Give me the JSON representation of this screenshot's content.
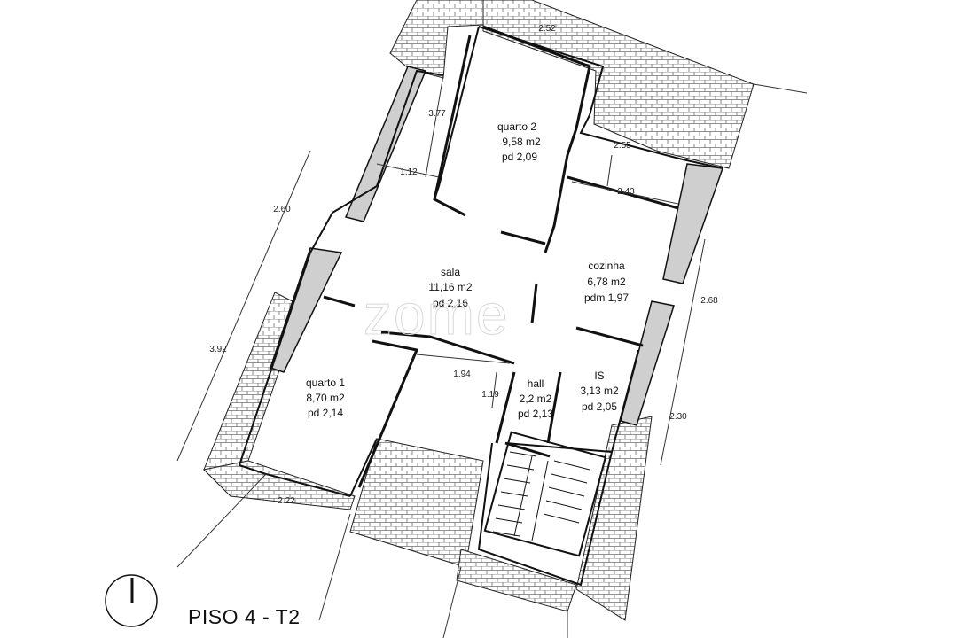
{
  "plan": {
    "title": "PISO 4 - T2",
    "watermark": "zome",
    "rooms": {
      "quarto2": {
        "name": "quarto 2",
        "area": "9,58 m2",
        "height": "pd 2,09"
      },
      "sala": {
        "name": "sala",
        "area": "11,16 m2",
        "height": "pd 2,16"
      },
      "cozinha": {
        "name": "cozinha",
        "area": "6,78 m2",
        "height": "pdm 1,97"
      },
      "quarto1": {
        "name": "quarto 1",
        "area": "8,70 m2",
        "height": "pd 2,14"
      },
      "hall": {
        "name": "hall",
        "area": "2,2 m2",
        "height": "pd 2,13"
      },
      "is": {
        "name": "IS",
        "area": "3,13 m2",
        "height": "pd 2,05"
      }
    },
    "dimensions": {
      "d252": "2.52",
      "d377": "3.77",
      "d112": "1.12",
      "d255": "2.55",
      "d243": "2.43",
      "d260": "2.60",
      "d392": "3.92",
      "d268": "2.68",
      "d230": "2.30",
      "d194": "1.94",
      "d119": "1.19",
      "d222": "2.22"
    },
    "colors": {
      "wall": "#cfcfcf",
      "line": "#111111",
      "roof_tile": "#9a9a9a"
    }
  }
}
